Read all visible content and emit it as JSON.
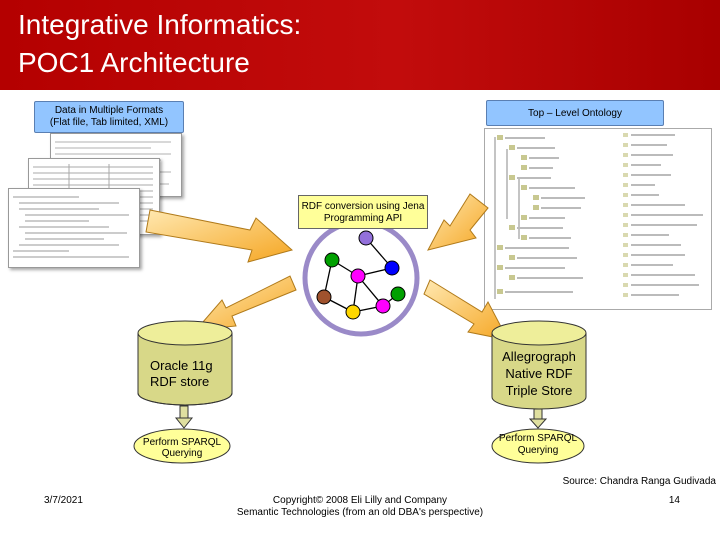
{
  "slide": {
    "title": "Integrative Informatics:\nPOC1 Architecture",
    "source_box": "Data in Multiple Formats\n(Flat file, Tab limited, XML)",
    "ontology_box": "Top – Level Ontology",
    "rdf_box": "RDF conversion using Jena\nProgramming API",
    "oracle_label": "Oracle 11g\nRDF store",
    "allegro_label": "Allegrograph\nNative RDF\nTriple Store",
    "sparql_left": "Perform SPARQL\nQuerying",
    "sparql_right": "Perform SPARQL\nQuerying",
    "source_credit": "Source: Chandra Ranga Gudivada"
  },
  "footer": {
    "date": "3/7/2021",
    "copyright": "Copyright© 2008 Eli Lilly and Company\nSemantic Technologies (from an old DBA's perspective)",
    "page": "14"
  },
  "colors": {
    "header_red": "#b40000",
    "label_blue": "#92c5ff",
    "yellow": "#ffff99",
    "arrow_orange": "#f5a623",
    "node_colors": [
      "#00a000",
      "#ff00ff",
      "#0000ff",
      "#00a000",
      "#a0522d",
      "#ff00ff",
      "#ffd700",
      "#9370db"
    ]
  }
}
